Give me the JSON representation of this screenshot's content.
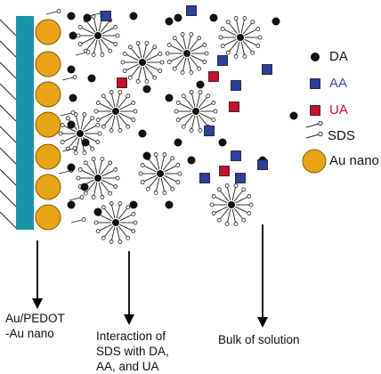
{
  "colors": {
    "electrode": "#1a93a8",
    "gold": "#e8a317",
    "gold_edge": "#8a5a00",
    "da": "#111111",
    "aa": "#2c3e9e",
    "ua": "#c8102e",
    "line": "#222222"
  },
  "legend": {
    "da": "DA",
    "aa": "AA",
    "ua": "UA",
    "sds": "SDS",
    "au": "Au nano"
  },
  "captions": {
    "electrode_line1": "Au/PEDOT",
    "electrode_line2": "-Au nano",
    "interaction_line1": "Interaction of",
    "interaction_line2": "SDS with DA,",
    "interaction_line3": "AA, and UA",
    "bulk": "Bulk of solution"
  }
}
